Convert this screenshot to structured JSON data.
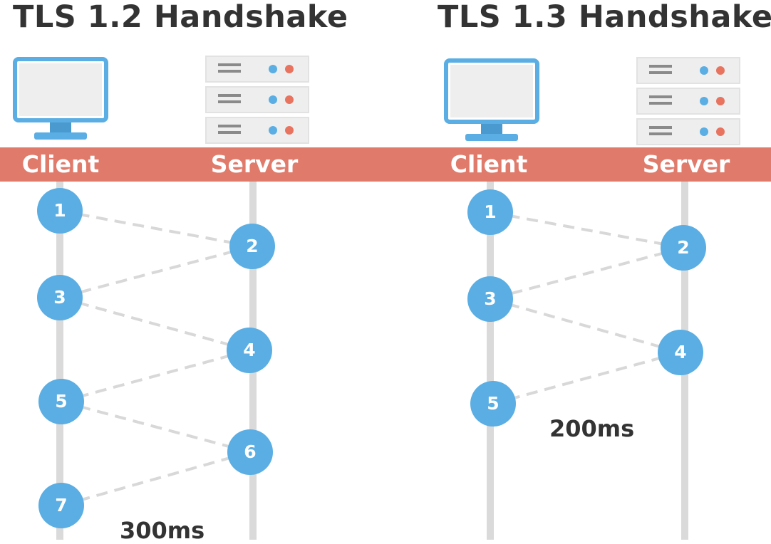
{
  "tls12": {
    "title": "TLS 1.2 Handshake",
    "client_label": "Client",
    "server_label": "Server",
    "steps": [
      "1",
      "2",
      "3",
      "4",
      "5",
      "6",
      "7"
    ],
    "duration": "300ms"
  },
  "tls13": {
    "title": "TLS 1.3 Handshake",
    "client_label": "Client",
    "server_label": "Server",
    "steps": [
      "1",
      "2",
      "3",
      "4",
      "5"
    ],
    "duration": "200ms"
  },
  "colors": {
    "band": "#e07b6c",
    "node": "#5aaee3",
    "timeline": "#dadada",
    "dash": "#d8d8d8",
    "title": "#333333",
    "server_dot_blue": "#5aaee3",
    "server_dot_red": "#e8735f"
  },
  "icons": {
    "client": "monitor-icon",
    "server": "server-rack-icon"
  }
}
